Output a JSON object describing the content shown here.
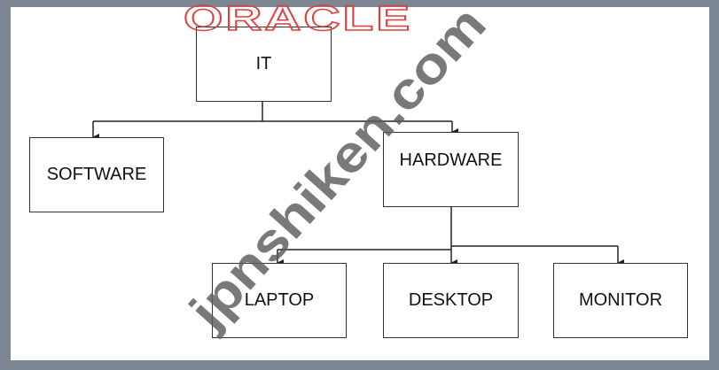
{
  "logo": {
    "text": "ORACLE"
  },
  "watermark": {
    "text": "jpnshiken.com"
  },
  "diagram": {
    "root": {
      "label": "IT"
    },
    "level1": [
      {
        "label": "SOFTWARE"
      },
      {
        "label": "HARDWARE"
      }
    ],
    "level2": [
      {
        "label": "LAPTOP"
      },
      {
        "label": "DESKTOP"
      },
      {
        "label": "MONITOR"
      }
    ]
  },
  "colors": {
    "frame": "#7d8794",
    "logo": "#e23e3e",
    "watermark": "#5c5c5c"
  }
}
